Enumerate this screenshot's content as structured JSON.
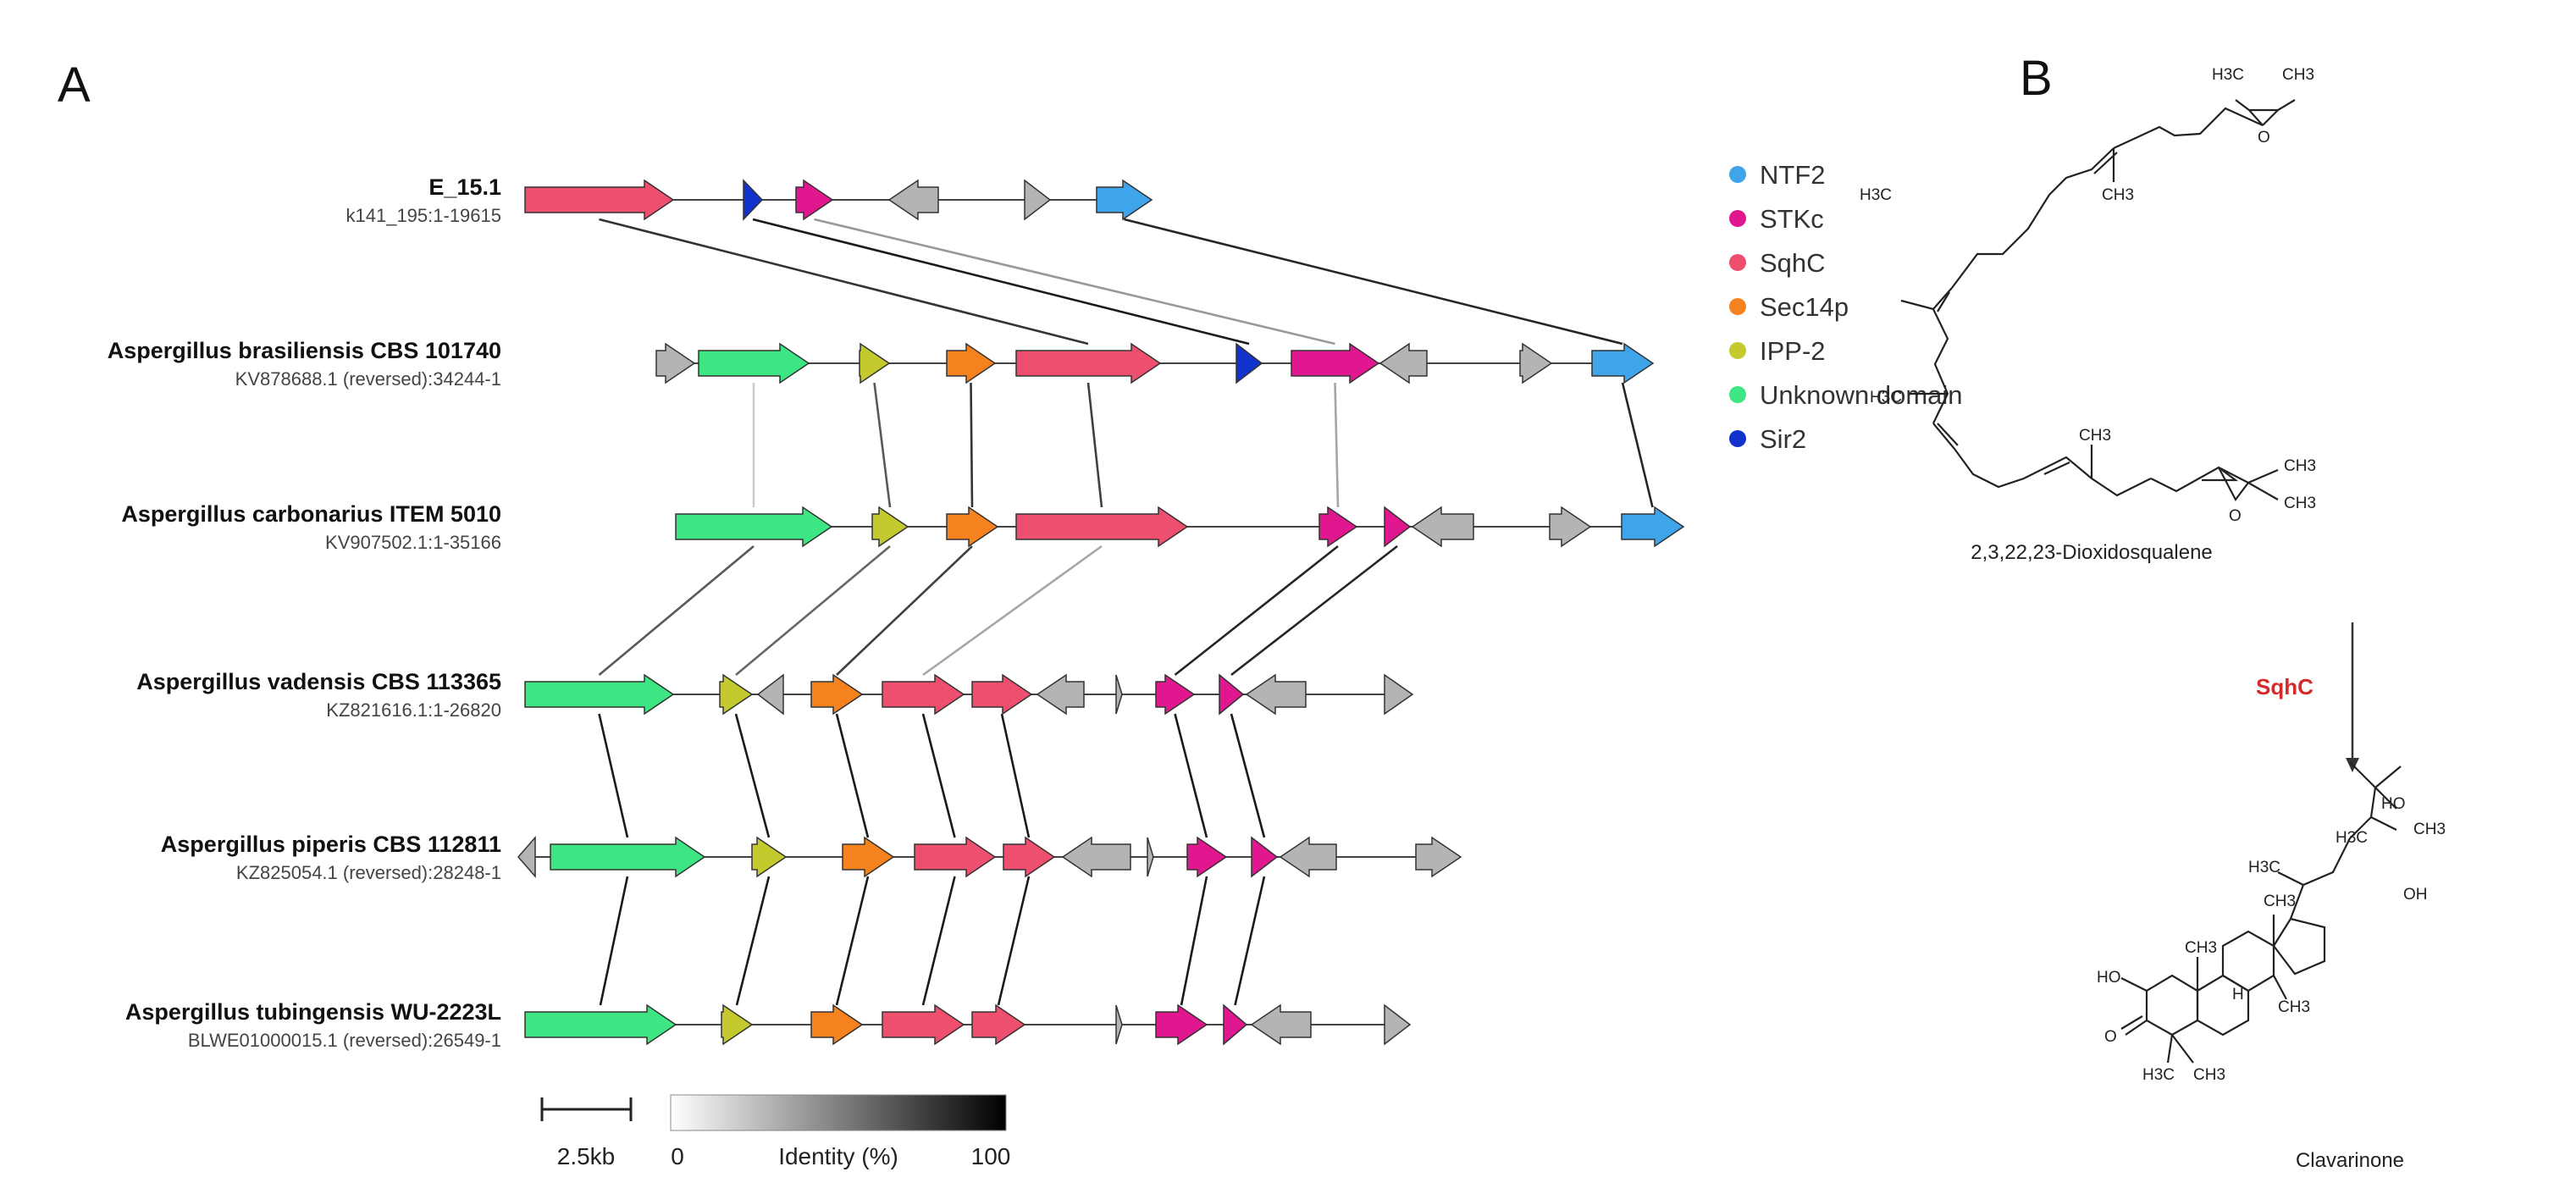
{
  "panels": {
    "a": "A",
    "b": "B"
  },
  "colors": {
    "NTF2": "#3fa4ea",
    "STKc": "#e0178e",
    "SqhC": "#ef4f6e",
    "Sec14p": "#f5821e",
    "IPP-2": "#c4ca2e",
    "Unknown": "#3ee683",
    "Sir2": "#1133cc",
    "other": "#b4b4b4"
  },
  "legend": [
    {
      "label": "NTF2",
      "color": "#3fa4ea"
    },
    {
      "label": "STKc",
      "color": "#e0178e"
    },
    {
      "label": "SqhC",
      "color": "#ef4f6e"
    },
    {
      "label": "Sec14p",
      "color": "#f5821e"
    },
    {
      "label": "IPP-2",
      "color": "#c4ca2e"
    },
    {
      "label": "Unknown domain",
      "color": "#3ee683"
    },
    {
      "label": "Sir2",
      "color": "#1133cc"
    }
  ],
  "clusters": [
    {
      "name": "E_15.1",
      "accession": "k141_195:1-19615",
      "genes": [
        {
          "s": 620,
          "e": 795,
          "d": 1,
          "t": "SqhC"
        },
        {
          "s": 878,
          "e": 900,
          "d": 1,
          "t": "Sir2"
        },
        {
          "s": 940,
          "e": 983,
          "d": 1,
          "t": "STKc"
        },
        {
          "s": 1050,
          "e": 1108,
          "d": -1,
          "t": "other"
        },
        {
          "s": 1210,
          "e": 1240,
          "d": 1,
          "t": "other"
        },
        {
          "s": 1295,
          "e": 1360,
          "d": 1,
          "t": "NTF2"
        }
      ]
    },
    {
      "name": "Aspergillus brasiliensis CBS 101740",
      "accession": "KV878688.1 (reversed):34244-1",
      "genes": [
        {
          "s": 775,
          "e": 820,
          "d": 1,
          "t": "other"
        },
        {
          "s": 825,
          "e": 955,
          "d": 1,
          "t": "Unknown"
        },
        {
          "s": 1015,
          "e": 1050,
          "d": 1,
          "t": "IPP-2"
        },
        {
          "s": 1118,
          "e": 1175,
          "d": 1,
          "t": "Sec14p"
        },
        {
          "s": 1200,
          "e": 1370,
          "d": 1,
          "t": "SqhC"
        },
        {
          "s": 1460,
          "e": 1490,
          "d": 1,
          "t": "Sir2"
        },
        {
          "s": 1525,
          "e": 1628,
          "d": 1,
          "t": "STKc"
        },
        {
          "s": 1630,
          "e": 1685,
          "d": -1,
          "t": "other"
        },
        {
          "s": 1795,
          "e": 1832,
          "d": 1,
          "t": "other"
        },
        {
          "s": 1880,
          "e": 1952,
          "d": 1,
          "t": "NTF2"
        }
      ]
    },
    {
      "name": "Aspergillus carbonarius ITEM 5010",
      "accession": "KV907502.1:1-35166",
      "genes": [
        {
          "s": 798,
          "e": 982,
          "d": 1,
          "t": "Unknown"
        },
        {
          "s": 1030,
          "e": 1072,
          "d": 1,
          "t": "IPP-2"
        },
        {
          "s": 1118,
          "e": 1178,
          "d": 1,
          "t": "Sec14p"
        },
        {
          "s": 1200,
          "e": 1402,
          "d": 1,
          "t": "SqhC"
        },
        {
          "s": 1558,
          "e": 1602,
          "d": 1,
          "t": "STKc"
        },
        {
          "s": 1635,
          "e": 1665,
          "d": 1,
          "t": "STKc"
        },
        {
          "s": 1668,
          "e": 1740,
          "d": -1,
          "t": "other"
        },
        {
          "s": 1830,
          "e": 1878,
          "d": 1,
          "t": "other"
        },
        {
          "s": 1915,
          "e": 1988,
          "d": 1,
          "t": "NTF2"
        }
      ]
    },
    {
      "name": "Aspergillus vadensis CBS 113365",
      "accession": "KZ821616.1:1-26820",
      "genes": [
        {
          "s": 620,
          "e": 795,
          "d": 1,
          "t": "Unknown"
        },
        {
          "s": 850,
          "e": 888,
          "d": 1,
          "t": "IPP-2"
        },
        {
          "s": 895,
          "e": 925,
          "d": -1,
          "t": "other"
        },
        {
          "s": 958,
          "e": 1018,
          "d": 1,
          "t": "Sec14p"
        },
        {
          "s": 1042,
          "e": 1138,
          "d": 1,
          "t": "SqhC"
        },
        {
          "s": 1148,
          "e": 1218,
          "d": 1,
          "t": "SqhC"
        },
        {
          "s": 1225,
          "e": 1280,
          "d": -1,
          "t": "other"
        },
        {
          "s": 1318,
          "e": 1325,
          "d": 1,
          "t": "other"
        },
        {
          "s": 1365,
          "e": 1410,
          "d": 1,
          "t": "STKc"
        },
        {
          "s": 1440,
          "e": 1468,
          "d": 1,
          "t": "STKc"
        },
        {
          "s": 1472,
          "e": 1542,
          "d": -1,
          "t": "other"
        },
        {
          "s": 1635,
          "e": 1668,
          "d": 1,
          "t": "other"
        }
      ]
    },
    {
      "name": "Aspergillus piperis CBS 112811",
      "accession": "KZ825054.1 (reversed):28248-1",
      "genes": [
        {
          "s": 612,
          "e": 632,
          "d": -1,
          "t": "other"
        },
        {
          "s": 650,
          "e": 832,
          "d": 1,
          "t": "Unknown"
        },
        {
          "s": 888,
          "e": 928,
          "d": 1,
          "t": "IPP-2"
        },
        {
          "s": 995,
          "e": 1055,
          "d": 1,
          "t": "Sec14p"
        },
        {
          "s": 1080,
          "e": 1175,
          "d": 1,
          "t": "SqhC"
        },
        {
          "s": 1185,
          "e": 1245,
          "d": 1,
          "t": "SqhC"
        },
        {
          "s": 1255,
          "e": 1335,
          "d": -1,
          "t": "other"
        },
        {
          "s": 1355,
          "e": 1362,
          "d": 1,
          "t": "other"
        },
        {
          "s": 1402,
          "e": 1448,
          "d": 1,
          "t": "STKc"
        },
        {
          "s": 1478,
          "e": 1508,
          "d": 1,
          "t": "STKc"
        },
        {
          "s": 1512,
          "e": 1578,
          "d": -1,
          "t": "other"
        },
        {
          "s": 1672,
          "e": 1725,
          "d": 1,
          "t": "other"
        }
      ]
    },
    {
      "name": "Aspergillus tubingensis WU-2223L",
      "accession": "BLWE01000015.1 (reversed):26549-1",
      "genes": [
        {
          "s": 620,
          "e": 798,
          "d": 1,
          "t": "Unknown"
        },
        {
          "s": 852,
          "e": 888,
          "d": 1,
          "t": "IPP-2"
        },
        {
          "s": 958,
          "e": 1018,
          "d": 1,
          "t": "Sec14p"
        },
        {
          "s": 1042,
          "e": 1138,
          "d": 1,
          "t": "SqhC"
        },
        {
          "s": 1148,
          "e": 1210,
          "d": 1,
          "t": "SqhC"
        },
        {
          "s": 1318,
          "e": 1325,
          "d": 1,
          "t": "other"
        },
        {
          "s": 1365,
          "e": 1425,
          "d": 1,
          "t": "STKc"
        },
        {
          "s": 1445,
          "e": 1472,
          "d": 1,
          "t": "STKc"
        },
        {
          "s": 1478,
          "e": 1548,
          "d": -1,
          "t": "other"
        },
        {
          "s": 1635,
          "e": 1665,
          "d": 1,
          "t": "other"
        }
      ]
    }
  ],
  "links": [
    {
      "r": 0,
      "a": 0,
      "b": 4,
      "id": 80
    },
    {
      "r": 0,
      "a": 1,
      "b": 5,
      "id": 90
    },
    {
      "r": 0,
      "a": 2,
      "b": 6,
      "id": 40
    },
    {
      "r": 0,
      "a": 5,
      "b": 9,
      "id": 85
    },
    {
      "r": 1,
      "a": 1,
      "b": 0,
      "id": 20
    },
    {
      "r": 1,
      "a": 2,
      "b": 1,
      "id": 65
    },
    {
      "r": 1,
      "a": 3,
      "b": 2,
      "id": 80
    },
    {
      "r": 1,
      "a": 4,
      "b": 3,
      "id": 75
    },
    {
      "r": 1,
      "a": 6,
      "b": 4,
      "id": 35
    },
    {
      "r": 1,
      "a": 9,
      "b": 8,
      "id": 85
    },
    {
      "r": 2,
      "a": 0,
      "b": 0,
      "id": 65
    },
    {
      "r": 2,
      "a": 1,
      "b": 1,
      "id": 60
    },
    {
      "r": 2,
      "a": 2,
      "b": 3,
      "id": 75
    },
    {
      "r": 2,
      "a": 3,
      "b": 4,
      "id": 35
    },
    {
      "r": 2,
      "a": 4,
      "b": 8,
      "id": 85
    },
    {
      "r": 2,
      "a": 5,
      "b": 9,
      "id": 85
    },
    {
      "r": 3,
      "a": 0,
      "b": 1,
      "id": 90
    },
    {
      "r": 3,
      "a": 1,
      "b": 2,
      "id": 90
    },
    {
      "r": 3,
      "a": 3,
      "b": 3,
      "id": 90
    },
    {
      "r": 3,
      "a": 4,
      "b": 4,
      "id": 90
    },
    {
      "r": 3,
      "a": 5,
      "b": 5,
      "id": 90
    },
    {
      "r": 3,
      "a": 8,
      "b": 8,
      "id": 90
    },
    {
      "r": 3,
      "a": 9,
      "b": 9,
      "id": 90
    },
    {
      "r": 4,
      "a": 1,
      "b": 0,
      "id": 90
    },
    {
      "r": 4,
      "a": 2,
      "b": 1,
      "id": 90
    },
    {
      "r": 4,
      "a": 3,
      "b": 2,
      "id": 90
    },
    {
      "r": 4,
      "a": 4,
      "b": 3,
      "id": 90
    },
    {
      "r": 4,
      "a": 5,
      "b": 4,
      "id": 90
    },
    {
      "r": 4,
      "a": 8,
      "b": 6,
      "id": 90
    },
    {
      "r": 4,
      "a": 9,
      "b": 7,
      "id": 90
    }
  ],
  "scale": {
    "bar_label": "2.5kb",
    "min": "0",
    "max": "100",
    "title": "Identity (%)"
  },
  "reaction": {
    "substrate": "2,3,22,23-Dioxidosqualene",
    "enzyme": "SqhC",
    "product": "Clavarinone",
    "atoms": {
      "h3c": "H3C",
      "ch3": "CH3",
      "o": "O",
      "ho": "HO",
      "oh": "OH",
      "h": "H"
    }
  }
}
